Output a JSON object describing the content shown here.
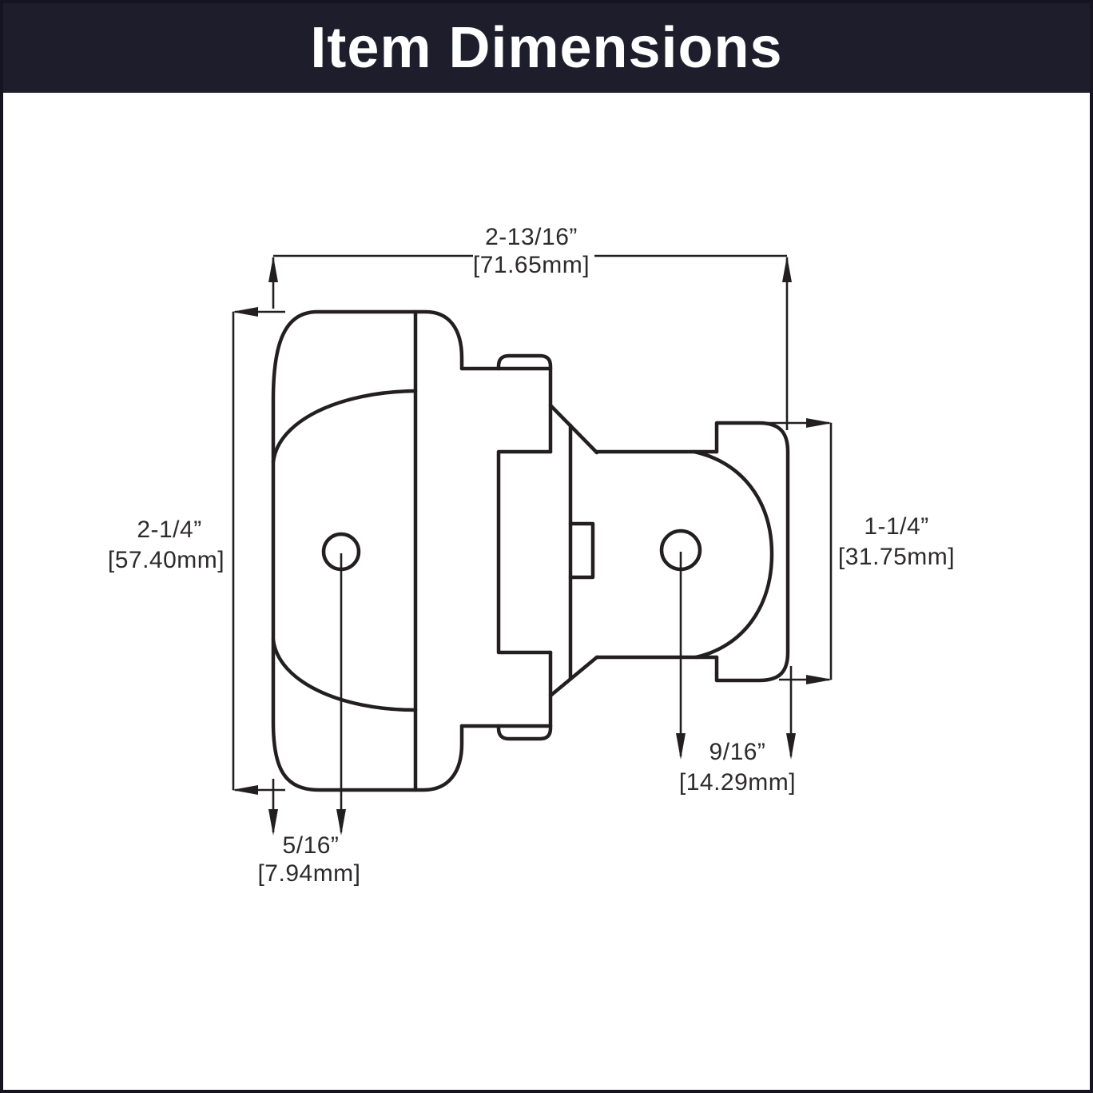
{
  "header": {
    "title": "Item Dimensions",
    "bg_color": "#1d1d2b",
    "text_color": "#ffffff"
  },
  "drawing": {
    "line_color": "#231f20",
    "object": "cabinet hinge (back view)",
    "dimensions": {
      "overall_width": {
        "inch": "2-13/16”",
        "mm": "[71.65mm]"
      },
      "overall_height": {
        "inch": "2-1/4”",
        "mm": "[57.40mm]"
      },
      "clip_height": {
        "inch": "1-1/4”",
        "mm": "[31.75mm]"
      },
      "cup_edge_offset": {
        "inch": "9/16”",
        "mm": "[14.29mm]"
      },
      "hole_edge_offset": {
        "inch": "5/16”",
        "mm": "[7.94mm]"
      }
    }
  }
}
